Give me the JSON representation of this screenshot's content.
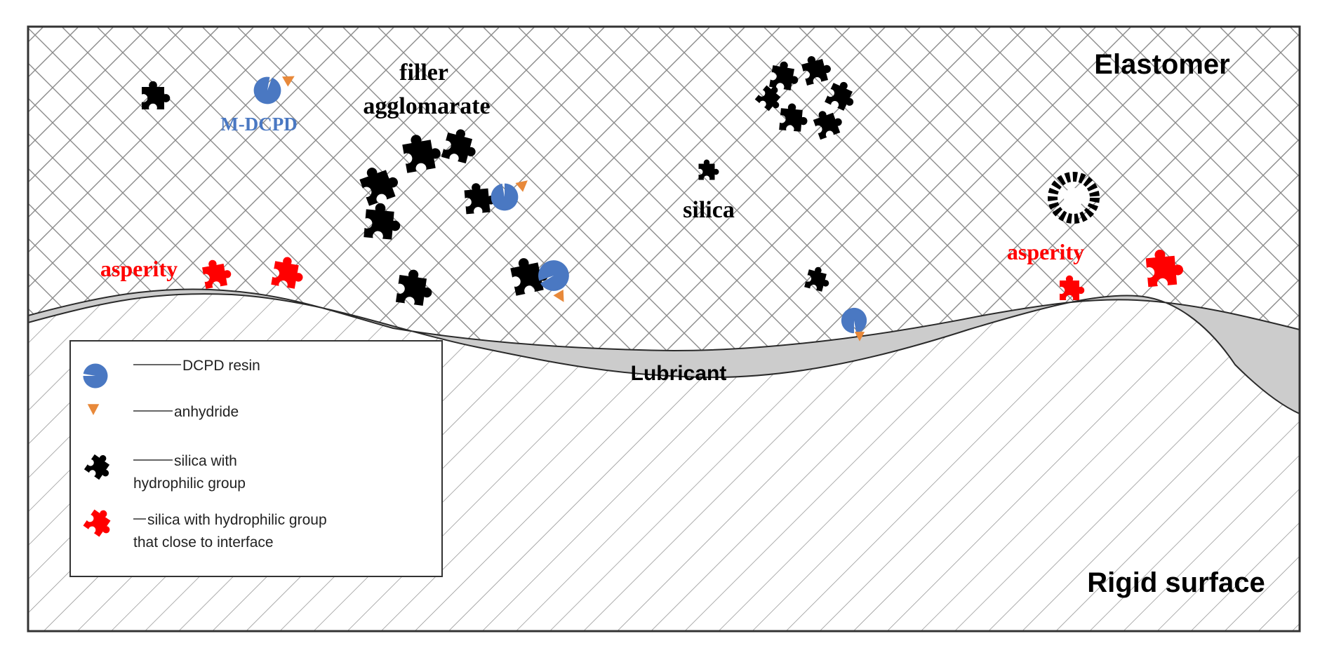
{
  "labels": {
    "elastomer": "Elastomer",
    "rigid_surface": "Rigid surface",
    "lubricant": "Lubricant",
    "filler_agglomerate_line1": "filler",
    "filler_agglomerate_line2": "agglomarate",
    "silica": "silica",
    "m_dcpd": "M-DCPD",
    "asperity_left": "asperity",
    "asperity_right": "asperity"
  },
  "legend": {
    "dcpd_resin": "DCPD resin",
    "anhydride": "anhydride",
    "silica_hydrophilic_line1": "silica with",
    "silica_hydrophilic_line2": "hydrophilic group",
    "silica_interface_line1": "silica with hydrophilic group",
    "silica_interface_line2": "that close to interface"
  },
  "colors": {
    "resin_blue": "#4a78c2",
    "anhydride_orange": "#e8893a",
    "silica_black": "#000000",
    "interface_red": "#ff0000",
    "lubricant_gray": "#cccccc",
    "hatch_gray": "#8a8a8a"
  }
}
